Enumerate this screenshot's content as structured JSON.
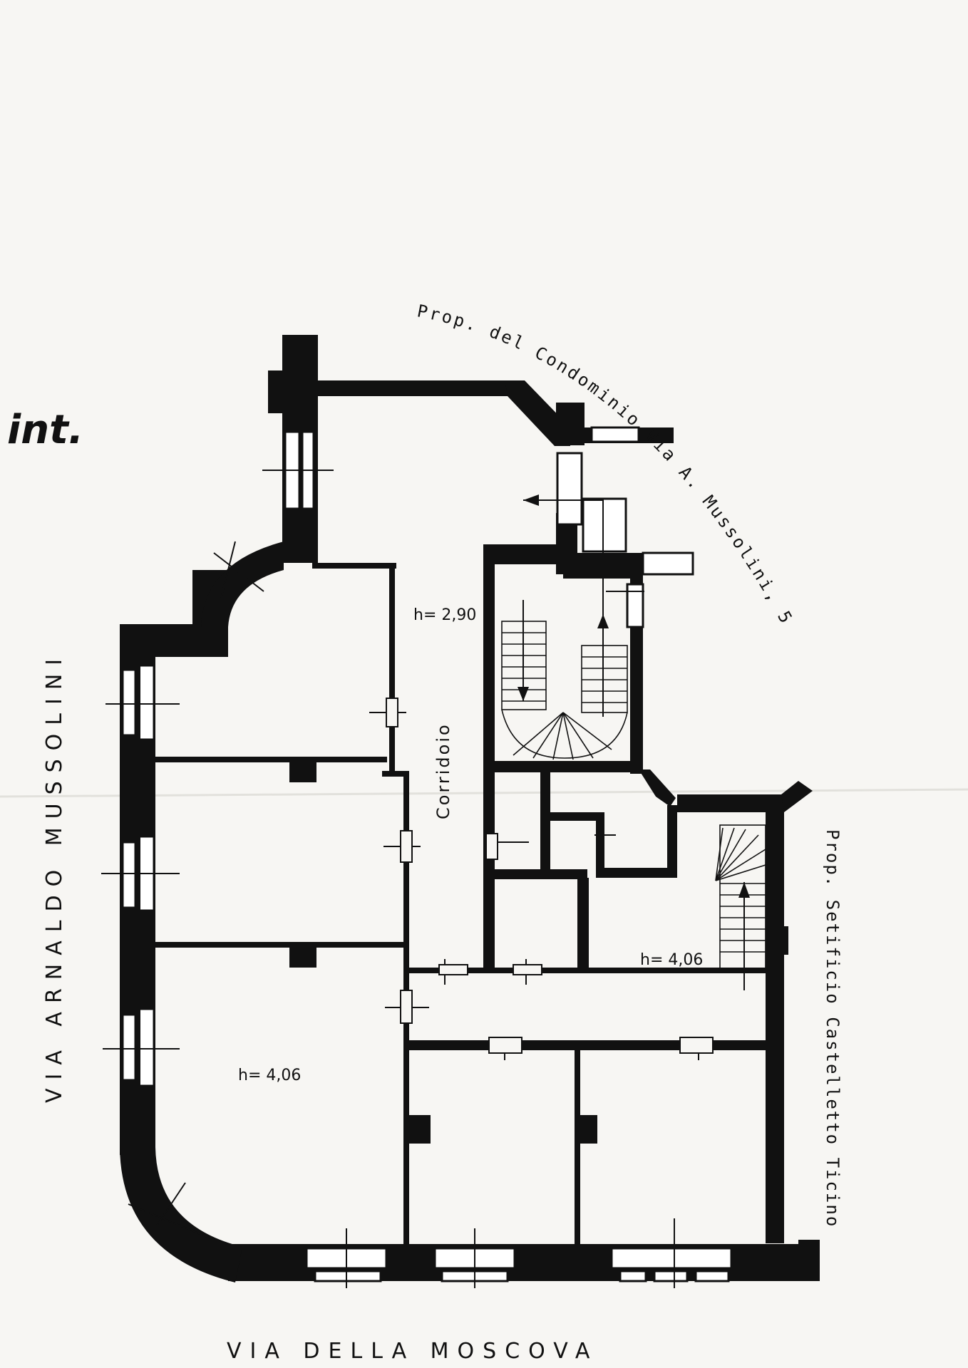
{
  "sheet": {
    "label": "int.",
    "street_left": "VIA ARNALDO MUSSOLINI",
    "street_bottom": "VIA DELLA MOSCOVA",
    "owner_top": "Prop. del Condominio Via A. Mussolini, 5",
    "owner_right": "Prop. Setificio Castelletto Ticino"
  },
  "rooms": {
    "corridor": "Corridoio",
    "height_corridor": "h= 2,90",
    "height_main": "h= 4,06",
    "height_right": "h= 4,06"
  }
}
